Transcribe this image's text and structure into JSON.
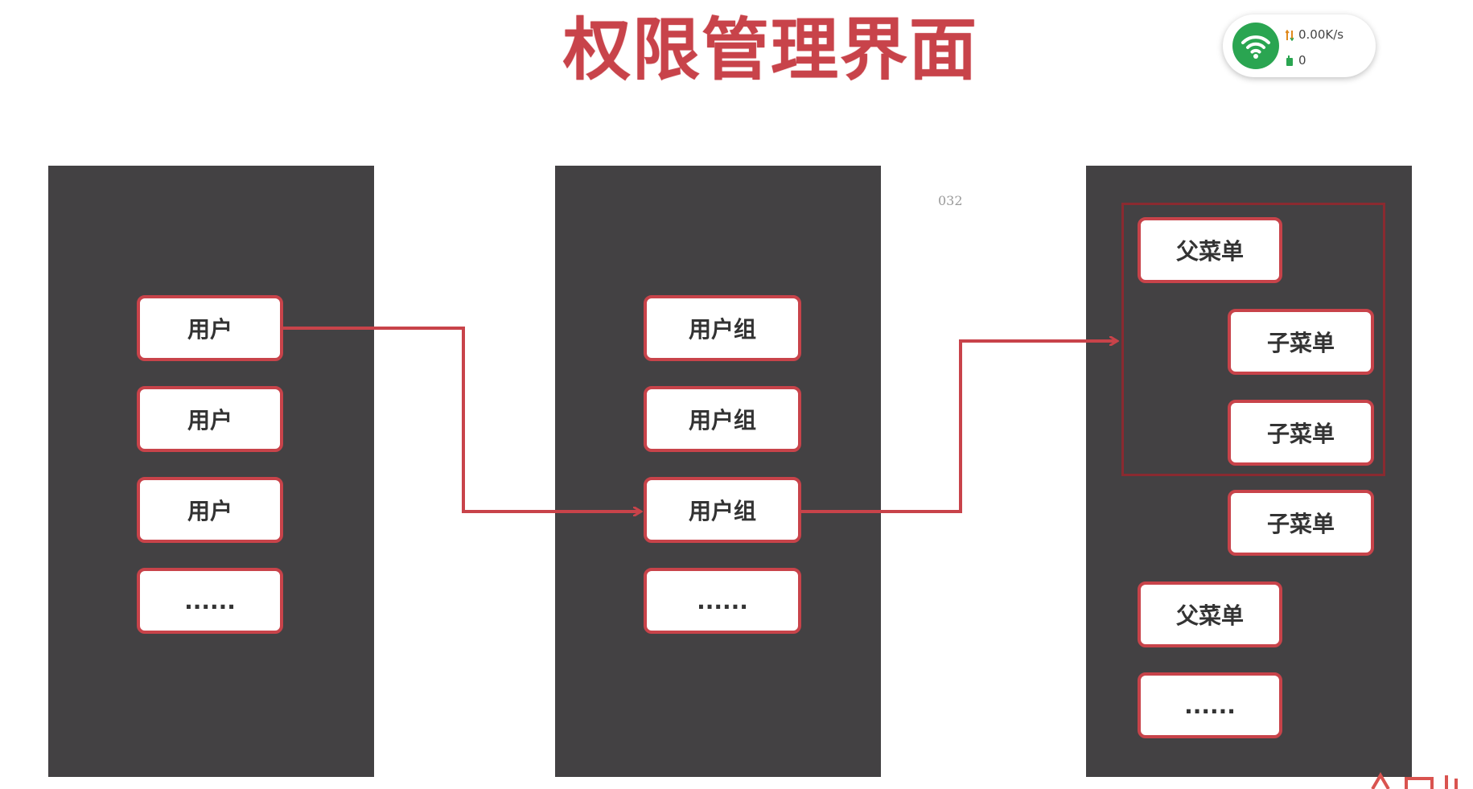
{
  "title": "权限管理界面",
  "status_widget": {
    "speed": "0.00K/s",
    "count": "0",
    "icon": "wifi-icon",
    "accent": "#2aa551"
  },
  "tag": "032",
  "colors": {
    "accent": "#c8434a",
    "panel": "#434143"
  },
  "columns": {
    "users": [
      "用户",
      "用户",
      "用户",
      "......"
    ],
    "groups": [
      "用户组",
      "用户组",
      "用户组",
      "......"
    ],
    "menus": [
      "父菜单",
      "子菜单",
      "子菜单",
      "子菜单",
      "父菜单",
      "......"
    ]
  }
}
